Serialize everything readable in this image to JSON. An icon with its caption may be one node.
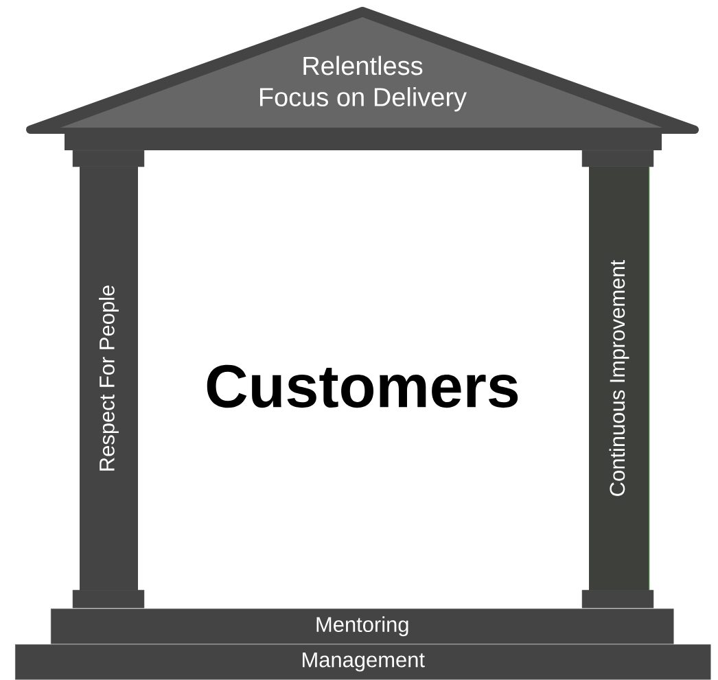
{
  "diagram": {
    "nodes": [
      {
        "text": [
          "Relentless Focus on Delivery"
        ]
      },
      {
        "text": [
          "Respect For People"
        ]
      },
      {
        "text": [
          "Continuous Improvement"
        ]
      },
      {
        "text": [
          "Mentoring"
        ]
      },
      {
        "text": [
          "Management"
        ]
      }
    ],
    "labels": [
      "Customers"
    ]
  }
}
